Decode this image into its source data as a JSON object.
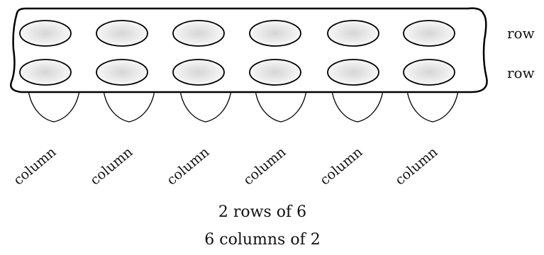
{
  "diagram": {
    "row_labels": [
      "row",
      "row"
    ],
    "column_labels": [
      "column",
      "column",
      "column",
      "column",
      "column",
      "column"
    ],
    "caption_line1": "2 rows of 6",
    "caption_line2": "6 columns of 2",
    "rows": 2,
    "columns": 6
  }
}
